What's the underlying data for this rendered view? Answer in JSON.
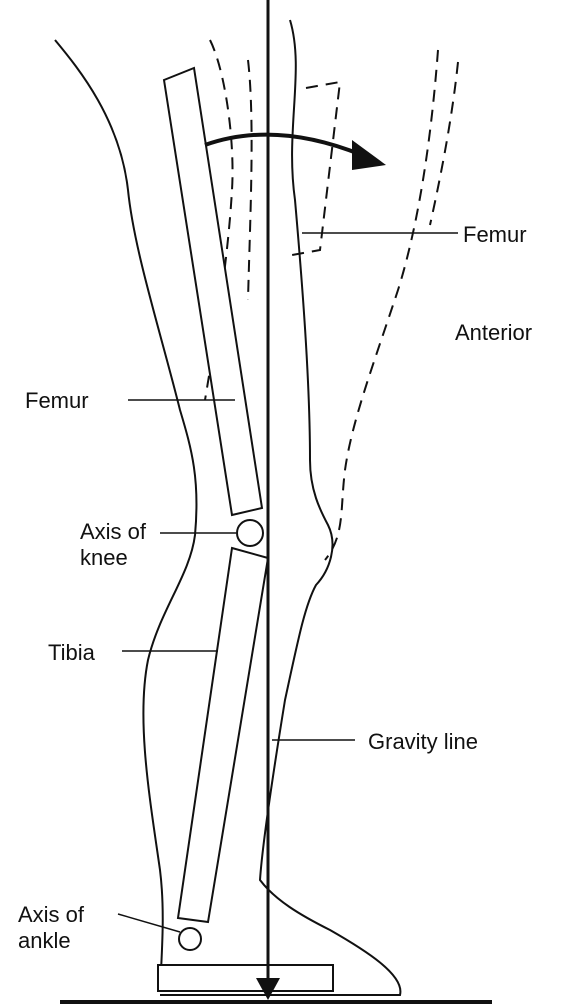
{
  "labels": {
    "femur_right": "Femur",
    "anterior": "Anterior",
    "femur_left": "Femur",
    "axis_of_knee_line1": "Axis of",
    "axis_of_knee_line2": "knee",
    "tibia": "Tibia",
    "gravity_line": "Gravity line",
    "axis_of_ankle_line1": "Axis of",
    "axis_of_ankle_line2": "ankle"
  },
  "colors": {
    "ink": "#111111",
    "background": "#ffffff"
  }
}
